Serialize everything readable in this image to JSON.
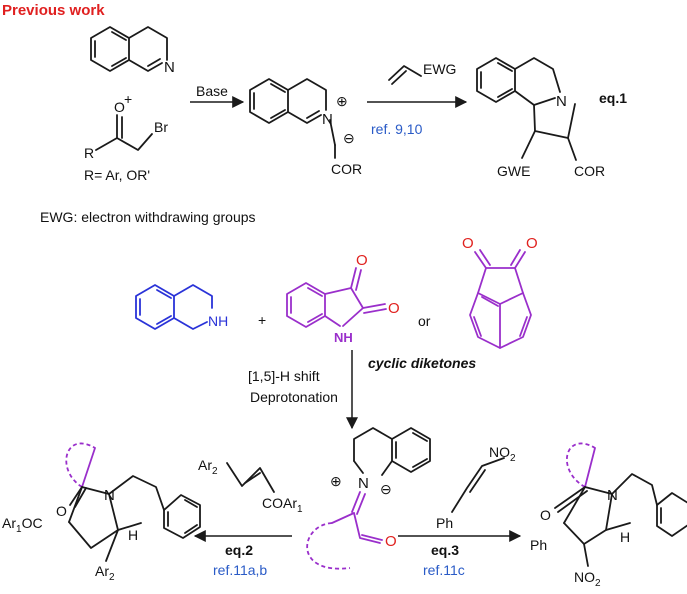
{
  "title": "Previous work",
  "reagents": {
    "plus_1": "+",
    "plus_2": "+",
    "plus_3": "+",
    "bromide_br": "Br",
    "bromide_r": "R",
    "bromide_o": "O",
    "r_definition": "R= Ar, OR'",
    "base_label": "Base",
    "ewg_label": "EWG",
    "ref_9_10": "ref. 9,10",
    "eq1": "eq.1",
    "ewg_definition": "EWG: electron withdrawing groups",
    "or": "or",
    "cyclic_diketones": "cyclic diketones",
    "shift": "[1,5]-H shift",
    "deprotonation": "Deprotonation",
    "eq2": "eq.2",
    "ref_11ab": "ref.11a,b",
    "eq3": "eq.3",
    "ref_11c": "ref.11c"
  },
  "atoms": {
    "N": "N",
    "NH": "NH",
    "NH_short": "N",
    "H": "H",
    "O": "O",
    "plus_charge": "⊕",
    "minus_charge": "⊖",
    "cor": "COR",
    "gwe": "GWE",
    "ar2": "Ar",
    "ar2_sub": "2",
    "coar1": "COAr",
    "coar1_sub": "1",
    "ar1oc": "Ar",
    "ar1oc_sub": "1",
    "ar1oc_rest": "OC",
    "no2": "NO",
    "no2_sub": "2",
    "ph": "Ph"
  }
}
